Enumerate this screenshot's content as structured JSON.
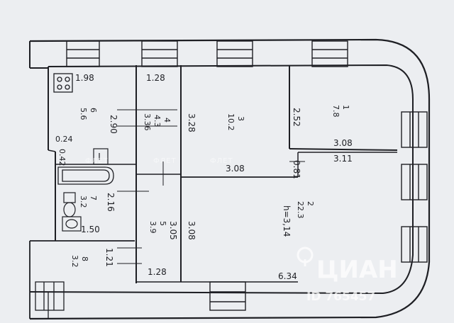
{
  "dimensions": {
    "d_198": "1.98",
    "d_128_top": "1.28",
    "d_290": "2.90",
    "d_252": "2.52",
    "d_328": "3.28",
    "d_024": "0.24",
    "d_042": "0.42",
    "d_308_top_right": "3.08",
    "d_311": "3.11",
    "d_308_mid": "3.08",
    "d_081": "0.81",
    "d_216": "2.16",
    "d_305": "3.05",
    "d_308_lower": "3.08",
    "d_150": "1.50",
    "d_121": "1.21",
    "d_128_bottom": "1.28",
    "d_634": "6.34",
    "height": "h=3,14"
  },
  "rooms": {
    "r1_num": "1",
    "r1_area": "7.8",
    "r2_num": "2",
    "r2_area": "22.3",
    "r3_num": "3",
    "r3_area": "10.2",
    "r4_num": "4",
    "r4_area": "4.3",
    "r4_dim": "3.36",
    "r5_num": "5",
    "r5_area": "3.9",
    "r6_num": "6",
    "r6_area": "5.6",
    "r7_num": "7",
    "r7_area": "3.2",
    "r8_num": "8",
    "r8_area": "3.2"
  },
  "watermark": {
    "brand": "ЦИАН",
    "id_text": "ID 765457",
    "faint": "ФЛЕТ"
  },
  "colors": {
    "paper": "#eceef1",
    "line": "#1e1f24",
    "watermark": "#ffffff"
  }
}
